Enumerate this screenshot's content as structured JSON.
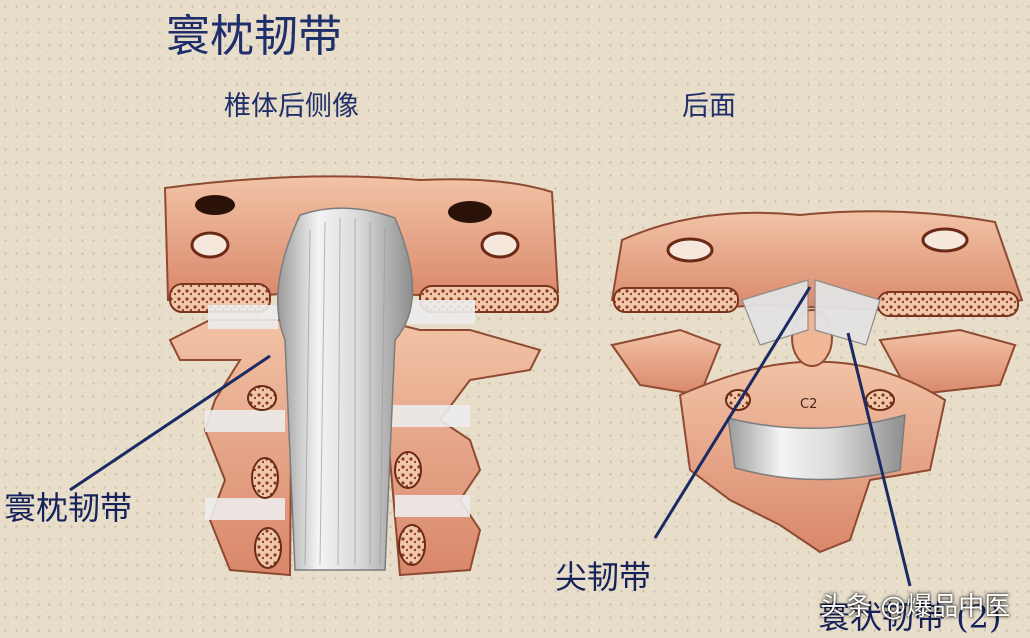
{
  "title": "寰枕韧带",
  "captions": {
    "left": "椎体后侧像",
    "right": "后面"
  },
  "labels": {
    "tectorial": "寰枕韧带",
    "apical": "尖韧带",
    "bottom": "寰状韧带 (2)",
    "vertebra": "C2"
  },
  "watermark": "头条 @爆品中医",
  "colors": {
    "background": "#e7ddc9",
    "bone": "#e7a98a",
    "ligament": "#d8d8d8",
    "text": "#1f2f6b",
    "leader_line": "#1b2a63"
  }
}
